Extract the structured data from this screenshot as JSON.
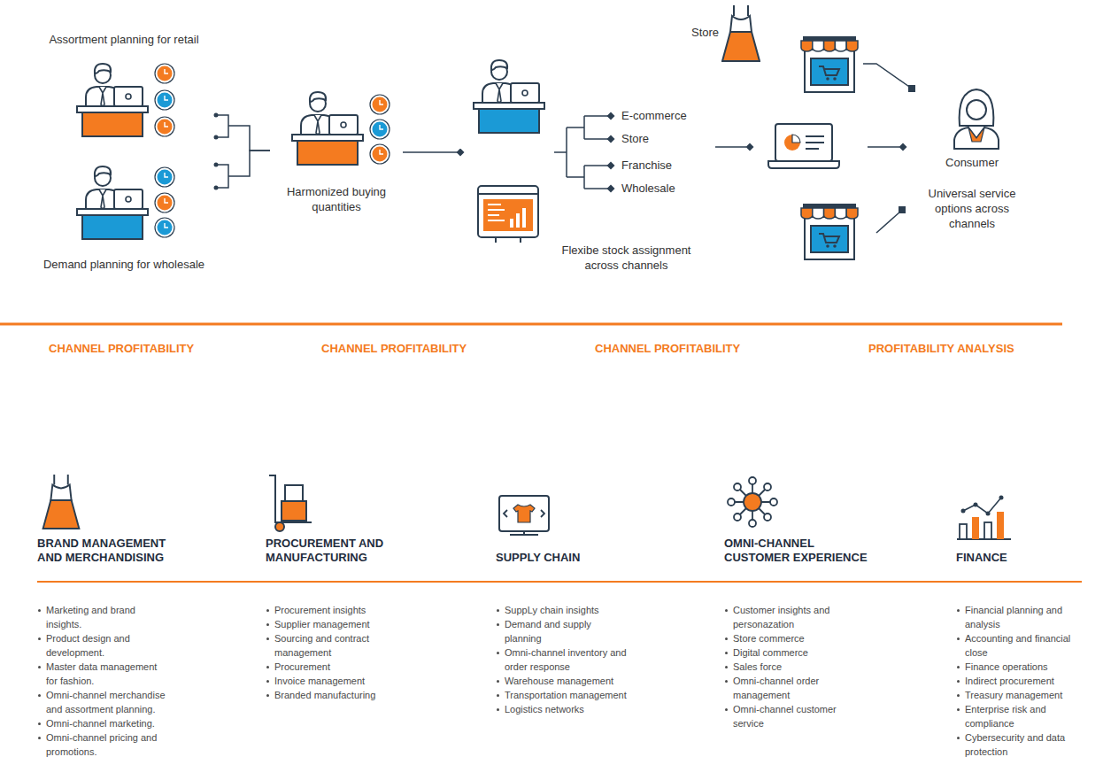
{
  "diagram": {
    "nodes": [
      {
        "text": [
          "Assortment planning for retail"
        ]
      },
      {
        "text": [
          "Demand planning for wholesale"
        ]
      },
      {
        "text": [
          "Harmonized buying quantities"
        ]
      },
      {
        "text": [
          "Flexibe stock assignment across channels"
        ]
      },
      {
        "text": [
          "Store"
        ]
      },
      {
        "text": [
          "Consumer",
          "Universal service options across channels"
        ]
      },
      {
        "text": [
          "BRAND MANAGEMENT AND MERCHANDISING",
          "Marketing and brand insights.",
          "Product design and development.",
          "Master data management for fashion.",
          "Omni-channel merchandise and assortment planning.",
          "Omni-channel marketing.",
          "Omni-channel pricing and promotions."
        ]
      },
      {
        "text": [
          "PROCUREMENT AND MANUFACTURING",
          "Procurement insights",
          "Supplier management",
          "Sourcing and contract management",
          "Procurement",
          "Invoice management",
          "Branded manufacturing"
        ]
      },
      {
        "text": [
          "SUPPLY CHAIN",
          "SuppLy chain insights",
          "Demand and supply planning",
          "Omni-channel inventory and order response",
          "Warehouse management",
          "Transportation management",
          "Logistics networks"
        ]
      },
      {
        "text": [
          "OMNI-CHANNEL CUSTOMER EXPERIENCE",
          "Customer insights and personazation",
          "Store commerce",
          "Digital commerce",
          "Sales force",
          "Omni-channel order management",
          "Omni-channel customer service"
        ]
      },
      {
        "text": [
          "FINANCE",
          "Financial planning and analysis",
          "Accounting and financial close",
          "Finance operations",
          "Indirect procurement",
          "Treasury management",
          "Enterprise risk and compliance",
          "Cybersecurity and data protection"
        ]
      }
    ],
    "edges": [
      {
        "from": 0,
        "to": 2,
        "arrow": "none"
      },
      {
        "from": 1,
        "to": 2,
        "arrow": "none"
      },
      {
        "from": 2,
        "to": 3,
        "arrow": "to"
      },
      {
        "from": 4,
        "to": 5,
        "arrow": "to"
      }
    ],
    "labels": [
      "E-commerce",
      "Store",
      "Franchise",
      "Wholesale",
      "CHANNEL PROFITABILITY",
      "CHANNEL PROFITABILITY",
      "CHANNEL PROFITABILITY",
      "PROFITABILITY ANALYSIS"
    ]
  }
}
